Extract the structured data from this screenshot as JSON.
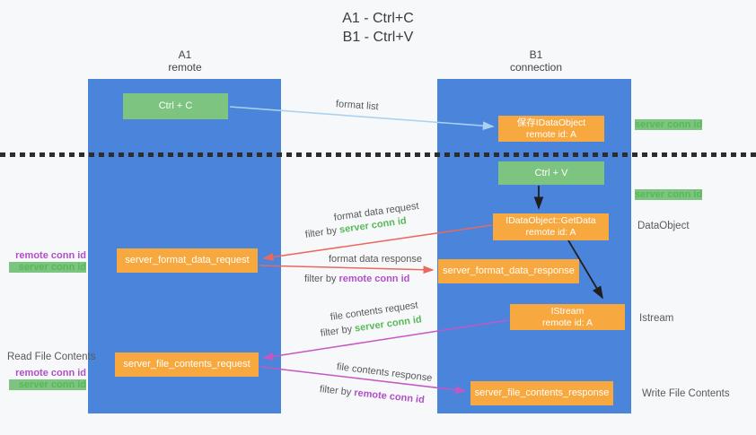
{
  "title": {
    "line1": "A1 - Ctrl+C",
    "line2": "B1 - Ctrl+V"
  },
  "columns": [
    {
      "label": "A1",
      "sublabel": "remote"
    },
    {
      "label": "B1",
      "sublabel": "connection"
    }
  ],
  "nodes": {
    "ctrl_c": {
      "label": "Ctrl + C"
    },
    "save_idataobject": {
      "line1": "保存IDataObject",
      "line2": "remote id: A"
    },
    "ctrl_v": {
      "label": "Ctrl + V"
    },
    "getdata": {
      "line1": "IDataObject::GetData",
      "line2": "remote id: A"
    },
    "format_request": {
      "label": "server_format_data_request"
    },
    "format_response": {
      "label": "server_format_data_response"
    },
    "istream": {
      "line1": "IStream",
      "line2": "remote id: A"
    },
    "file_request": {
      "label": "server_file_contents_request"
    },
    "file_response": {
      "label": "server_file_contents_response"
    }
  },
  "edge_labels": {
    "format_list": "format list",
    "format_data_request": "format data request",
    "format_data_response": "format data response",
    "file_contents_request": "file contents request",
    "file_contents_response": "file contents response",
    "filter_by": "filter by ",
    "server_conn_id": "server conn id",
    "remote_conn_id": "remote conn id"
  },
  "side_labels": {
    "server_conn_id": "server conn id",
    "remote_conn_id": "remote conn id",
    "dataobject": "DataObject",
    "istream": "Istream",
    "read_file_contents": "Read File Contents",
    "write_file_contents": "Write File Contents"
  },
  "colors": {
    "background": "#f7f8fa",
    "column_blue": "#4a85db",
    "green_box": "#7cc47f",
    "orange_box": "#f7a940",
    "green_text": "#57b957",
    "purple_text": "#b14fc8",
    "red_arrow": "#e9695f",
    "magenta_arrow": "#c457c4",
    "light_blue_arrow": "#a9d2ef",
    "black_arrow": "#1f1f1f",
    "gray_text": "#595959"
  }
}
